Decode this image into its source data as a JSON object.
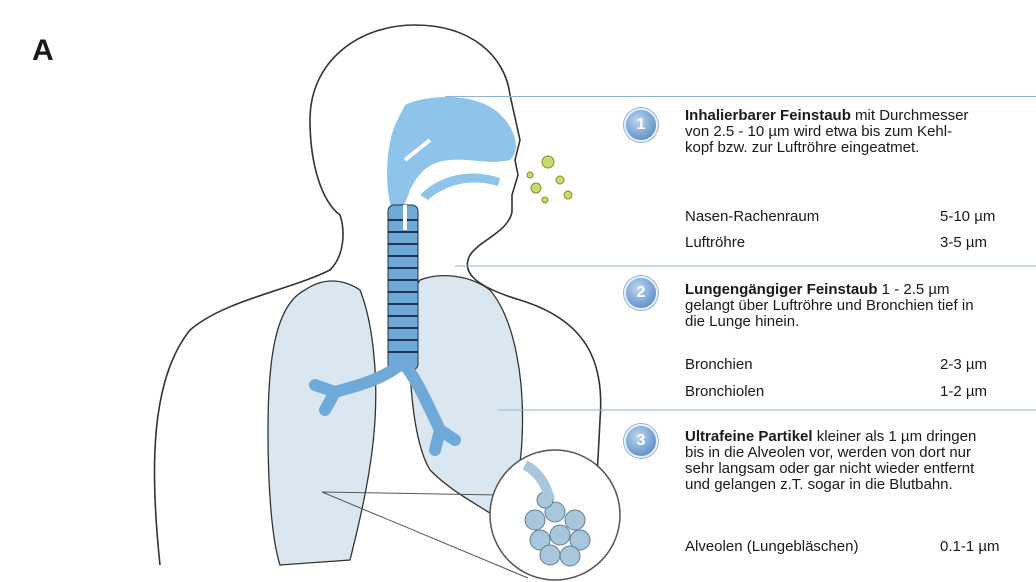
{
  "panel_label": "A",
  "sections": [
    {
      "number": "1",
      "heading": "Inhalierbarer Feinstaub",
      "text_lines": [
        " mit Durchmesser",
        "von 2.5 - 10 µm wird etwa bis zum Kehl-",
        "kopf bzw. zur Luftröhre eingeatmet."
      ],
      "rows": [
        {
          "label": "Nasen-Rachenraum",
          "value": "5-10 µm"
        },
        {
          "label": "Luftröhre",
          "value": "3-5 µm"
        }
      ]
    },
    {
      "number": "2",
      "heading": "Lungengängiger  Feinstaub",
      "text_lines": [
        " 1 - 2.5 µm",
        "gelangt über Luftröhre und Bronchien tief in",
        "die Lunge hinein."
      ],
      "rows": [
        {
          "label": "Bronchien",
          "value": "2-3 µm"
        },
        {
          "label": "Bronchiolen",
          "value": "1-2 µm"
        }
      ]
    },
    {
      "number": "3",
      "heading": "Ultrafeine Partikel",
      "text_lines": [
        " kleiner als 1 µm dringen",
        "bis in die Alveolen vor, werden von dort nur",
        "sehr langsam oder gar nicht wieder entfernt",
        "und gelangen z.T. sogar in die Blutbahn."
      ],
      "rows": [
        {
          "label": "Alveolen (Lungebläschen)",
          "value": "0.1-1 µm"
        }
      ]
    }
  ],
  "colors": {
    "airway_blue": "#8ec3ea",
    "lung_fill": "#dbe7f0",
    "separator": "#8fb3d6",
    "particle": "#c7da6b"
  }
}
